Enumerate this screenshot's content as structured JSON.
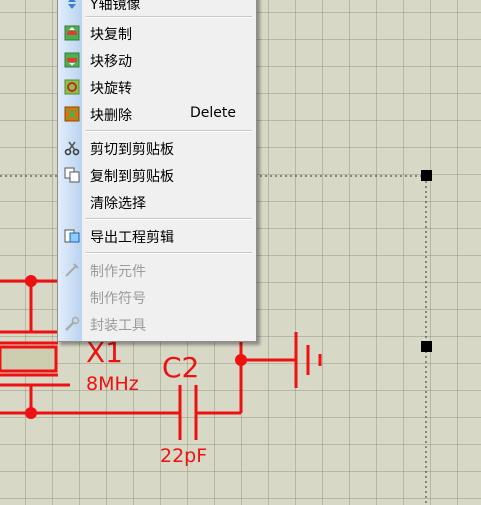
{
  "schematic": {
    "x1_ref": "X1",
    "x1_value": "8MHz",
    "c2_ref": "C2",
    "c2_value": "22pF"
  },
  "context_menu": {
    "items": [
      {
        "label": "Y轴镜像",
        "icon": "mirror-icon"
      },
      {
        "label": "块复制",
        "icon": "block-copy-icon"
      },
      {
        "label": "块移动",
        "icon": "block-move-icon"
      },
      {
        "label": "块旋转",
        "icon": "block-rotate-icon"
      },
      {
        "label": "块删除",
        "shortcut": "Delete",
        "icon": "block-delete-icon"
      },
      {
        "label": "剪切到剪贴板",
        "icon": "scissors-icon"
      },
      {
        "label": "复制到剪贴板",
        "icon": "copy-icon"
      },
      {
        "label": "清除选择"
      },
      {
        "label": "导出工程剪辑",
        "icon": "export-icon"
      },
      {
        "label": "制作元件",
        "icon": "make-component-icon",
        "disabled": true
      },
      {
        "label": "制作符号",
        "disabled": true
      },
      {
        "label": "封装工具",
        "icon": "package-tool-icon",
        "disabled": true
      }
    ]
  },
  "colors": {
    "wire": "#ee1111",
    "grid": "#d8d8c6"
  }
}
